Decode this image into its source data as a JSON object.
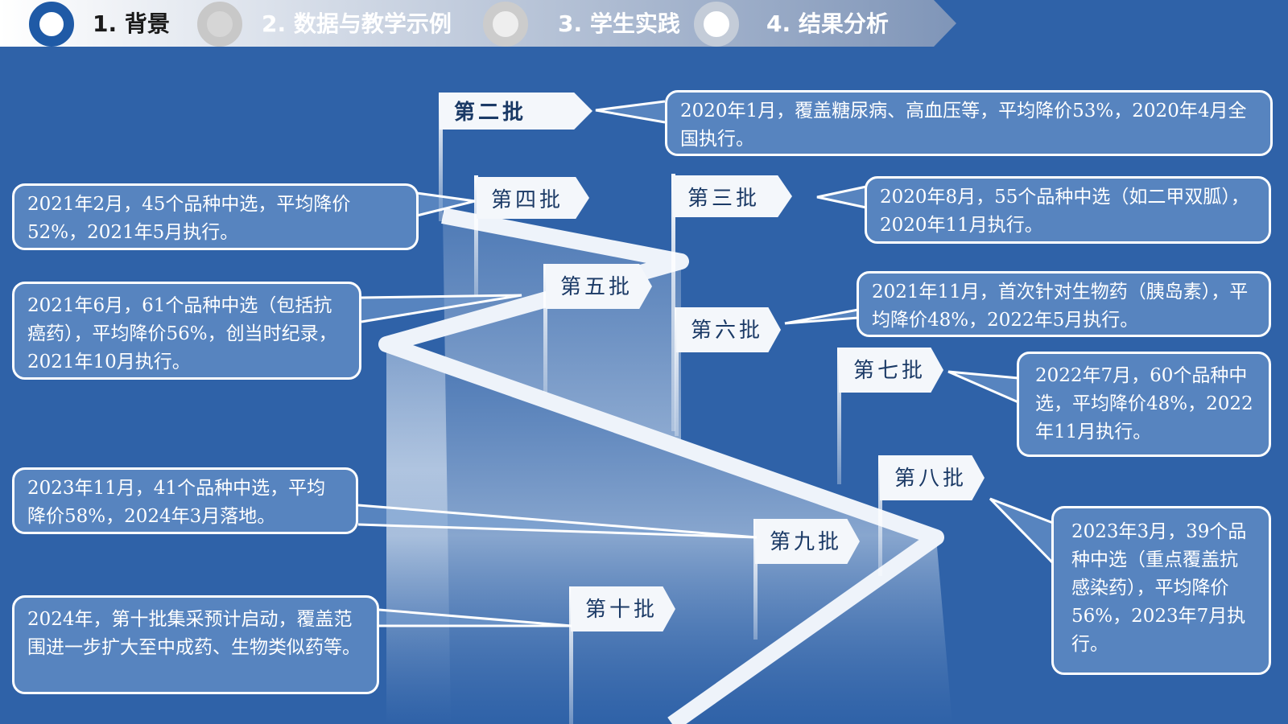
{
  "nav": {
    "steps": [
      {
        "label": "1. 背景",
        "active": true
      },
      {
        "label": "2. 数据与教学示例",
        "active": false
      },
      {
        "label": "3. 学生实践",
        "active": false
      },
      {
        "label": "4. 结果分析",
        "active": false
      }
    ]
  },
  "colors": {
    "background": "#2f62a8",
    "accent": "#1f5aa6"
  },
  "batches": [
    {
      "flag": "第二批",
      "text": "2020年1月，覆盖糖尿病、高血压等，平均降价53%，2020年4月全国执行。"
    },
    {
      "flag": "第三批",
      "text": "2020年8月，55个品种中选（如二甲双胍），2020年11月执行。"
    },
    {
      "flag": "第四批",
      "text": "2021年2月，45个品种中选，平均降价52%，2021年5月执行。"
    },
    {
      "flag": "第五批",
      "text": "2021年6月，61个品种中选（包括抗癌药），平均降价56%，创当时纪录，2021年10月执行。"
    },
    {
      "flag": "第六批",
      "text": "2021年11月，首次针对生物药（胰岛素），平均降价48%，2022年5月执行。"
    },
    {
      "flag": "第七批",
      "text": "2022年7月，60个品种中选，平均降价48%，2022年11月执行。"
    },
    {
      "flag": "第八批",
      "text": "2023年3月，39个品种中选（重点覆盖抗感染药），平均降价56%，2023年7月执行。"
    },
    {
      "flag": "第九批",
      "text": "2023年11月，41个品种中选，平均降价58%，2024年3月落地。"
    },
    {
      "flag": "第十批",
      "text": "2024年，第十批集采预计启动，覆盖范围进一步扩大至中成药、生物类似药等。"
    }
  ]
}
